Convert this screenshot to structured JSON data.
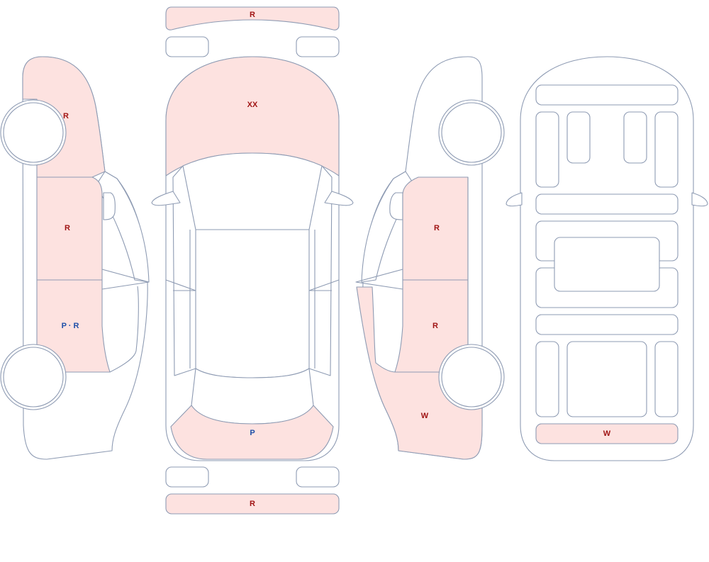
{
  "colors": {
    "outline": "#8e9bb3",
    "highlight_fill": "#fde2e0",
    "mark_red": "#a01414",
    "mark_blue": "#1f4fa8"
  },
  "marks": {
    "front_bumper": "R",
    "hood": "XX",
    "trunk": "P",
    "rear_bumper": "R",
    "left_front_fender": "R",
    "left_front_door": "R",
    "left_rear_door": "P · R",
    "right_front_door": "R",
    "right_rear_door": "R",
    "right_quarter_panel": "W",
    "underbody_rear": "W"
  },
  "mark_colors": {
    "front_bumper": "red",
    "hood": "red",
    "trunk": "blue",
    "rear_bumper": "red",
    "left_front_fender": "red",
    "left_front_door": "red",
    "left_rear_door": "blue",
    "right_front_door": "red",
    "right_rear_door": "red",
    "right_quarter_panel": "red",
    "underbody_rear": "red"
  }
}
